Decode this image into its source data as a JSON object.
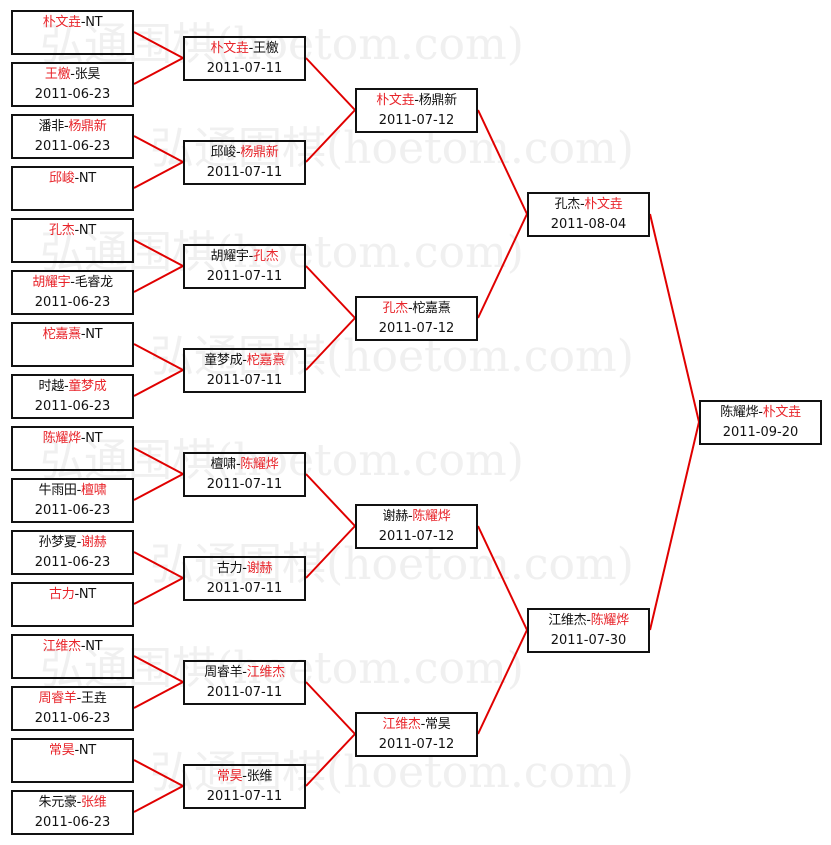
{
  "watermark": "弘通围棋(hoetom.com)",
  "colors": {
    "winner": "#e8242a",
    "connector": "#e00000",
    "border": "#111111"
  },
  "separator": "-",
  "rounds": [
    [
      {
        "a": "朴文垚",
        "b": "NT",
        "win": "a",
        "date": ""
      },
      {
        "a": "王檄",
        "b": "张昊",
        "win": "a",
        "date": "2011-06-23"
      },
      {
        "a": "潘非",
        "b": "杨鼎新",
        "win": "b",
        "date": "2011-06-23"
      },
      {
        "a": "邱峻",
        "b": "NT",
        "win": "a",
        "date": ""
      },
      {
        "a": "孔杰",
        "b": "NT",
        "win": "a",
        "date": ""
      },
      {
        "a": "胡耀宇",
        "b": "毛睿龙",
        "win": "a",
        "date": "2011-06-23"
      },
      {
        "a": "柁嘉熹",
        "b": "NT",
        "win": "a",
        "date": ""
      },
      {
        "a": "时越",
        "b": "童梦成",
        "win": "b",
        "date": "2011-06-23"
      },
      {
        "a": "陈耀烨",
        "b": "NT",
        "win": "a",
        "date": ""
      },
      {
        "a": "牛雨田",
        "b": "檀啸",
        "win": "b",
        "date": "2011-06-23"
      },
      {
        "a": "孙梦夏",
        "b": "谢赫",
        "win": "b",
        "date": "2011-06-23"
      },
      {
        "a": "古力",
        "b": "NT",
        "win": "a",
        "date": ""
      },
      {
        "a": "江维杰",
        "b": "NT",
        "win": "a",
        "date": ""
      },
      {
        "a": "周睿羊",
        "b": "王垚",
        "win": "a",
        "date": "2011-06-23"
      },
      {
        "a": "常昊",
        "b": "NT",
        "win": "a",
        "date": ""
      },
      {
        "a": "朱元豪",
        "b": "张维",
        "win": "b",
        "date": "2011-06-23"
      }
    ],
    [
      {
        "a": "朴文垚",
        "b": "王檄",
        "win": "a",
        "date": "2011-07-11"
      },
      {
        "a": "邱峻",
        "b": "杨鼎新",
        "win": "b",
        "date": "2011-07-11"
      },
      {
        "a": "胡耀宇",
        "b": "孔杰",
        "win": "b",
        "date": "2011-07-11"
      },
      {
        "a": "童梦成",
        "b": "柁嘉熹",
        "win": "b",
        "date": "2011-07-11"
      },
      {
        "a": "檀啸",
        "b": "陈耀烨",
        "win": "b",
        "date": "2011-07-11"
      },
      {
        "a": "古力",
        "b": "谢赫",
        "win": "b",
        "date": "2011-07-11"
      },
      {
        "a": "周睿羊",
        "b": "江维杰",
        "win": "b",
        "date": "2011-07-11"
      },
      {
        "a": "常昊",
        "b": "张维",
        "win": "a",
        "date": "2011-07-11"
      }
    ],
    [
      {
        "a": "朴文垚",
        "b": "杨鼎新",
        "win": "a",
        "date": "2011-07-12"
      },
      {
        "a": "孔杰",
        "b": "柁嘉熹",
        "win": "a",
        "date": "2011-07-12"
      },
      {
        "a": "谢赫",
        "b": "陈耀烨",
        "win": "b",
        "date": "2011-07-12"
      },
      {
        "a": "江维杰",
        "b": "常昊",
        "win": "a",
        "date": "2011-07-12"
      }
    ],
    [
      {
        "a": "孔杰",
        "b": "朴文垚",
        "win": "b",
        "date": "2011-08-04"
      },
      {
        "a": "江维杰",
        "b": "陈耀烨",
        "win": "b",
        "date": "2011-07-30"
      }
    ],
    [
      {
        "a": "陈耀烨",
        "b": "朴文垚",
        "win": "b",
        "date": "2011-09-20"
      }
    ]
  ]
}
